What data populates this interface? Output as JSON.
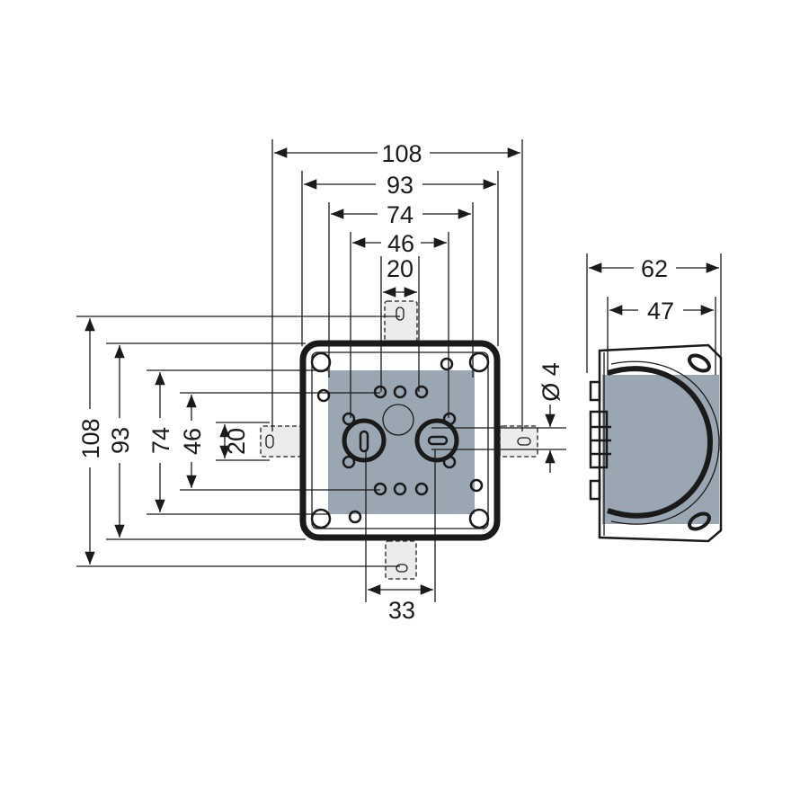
{
  "drawing": {
    "title": "Junction box dimensions",
    "fill_color": "#9aa7b3",
    "line_color": "#1a1a1a",
    "top_dims": {
      "d108": "108",
      "d93": "93",
      "d74": "74",
      "d46": "46",
      "d20": "20"
    },
    "left_dims": {
      "d108": "108",
      "d93": "93",
      "d74": "74",
      "d46": "46",
      "d20": "20"
    },
    "bottom_dim": "33",
    "hole_dim": "Ø 4",
    "side_dims": {
      "d62": "62",
      "d47": "47"
    }
  }
}
